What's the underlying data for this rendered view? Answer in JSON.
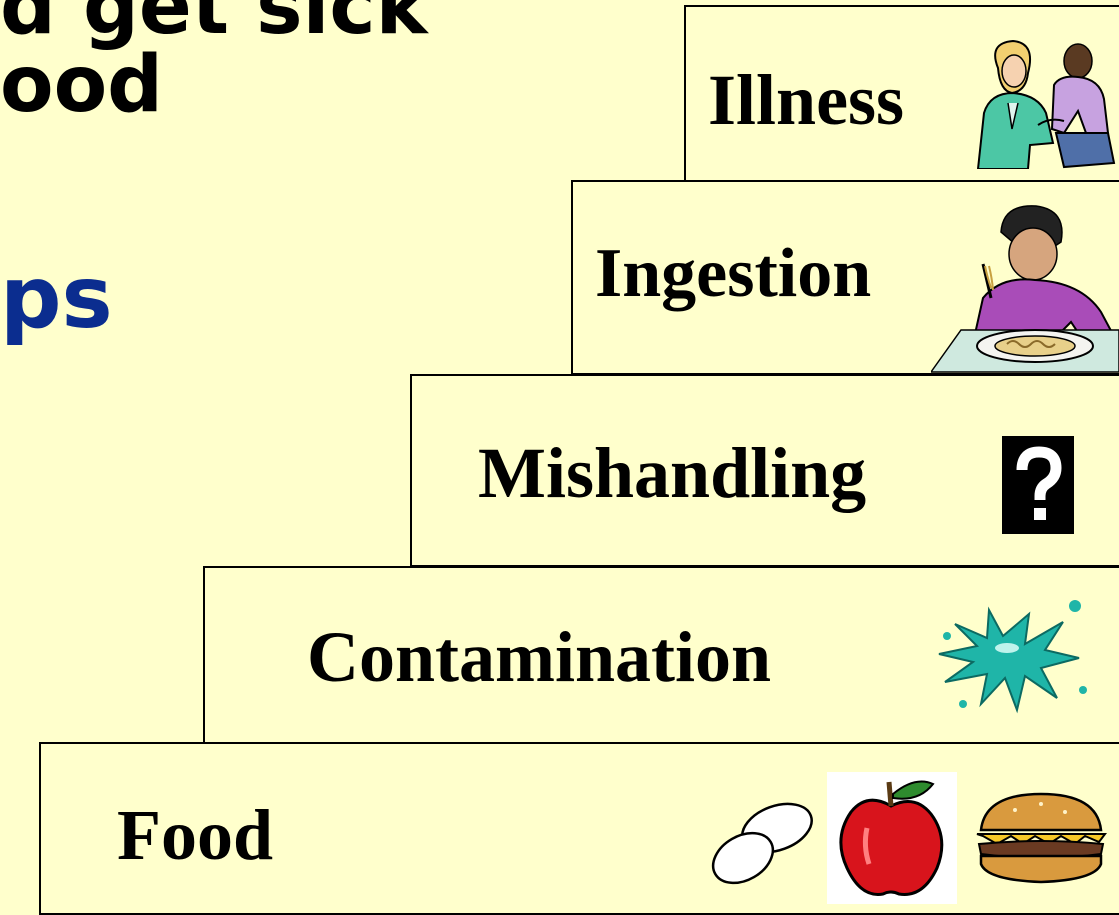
{
  "title": {
    "line1": "d get sick",
    "line2": "ood",
    "line3": "ps"
  },
  "steps": [
    {
      "label": "Illness",
      "icon": "doctor-child-icon"
    },
    {
      "label": "Ingestion",
      "icon": "child-eating-icon"
    },
    {
      "label": "Mishandling",
      "icon": "question-mark-icon"
    },
    {
      "label": "Contamination",
      "icon": "splat-icon"
    },
    {
      "label": "Food",
      "icons": [
        "eggs-icon",
        "apple-icon",
        "hamburger-icon"
      ]
    }
  ],
  "colors": {
    "background": "#FFFFCC",
    "title_accent": "#0B2D8F",
    "splat": "#1FB5A8",
    "apple": "#D8141C"
  }
}
